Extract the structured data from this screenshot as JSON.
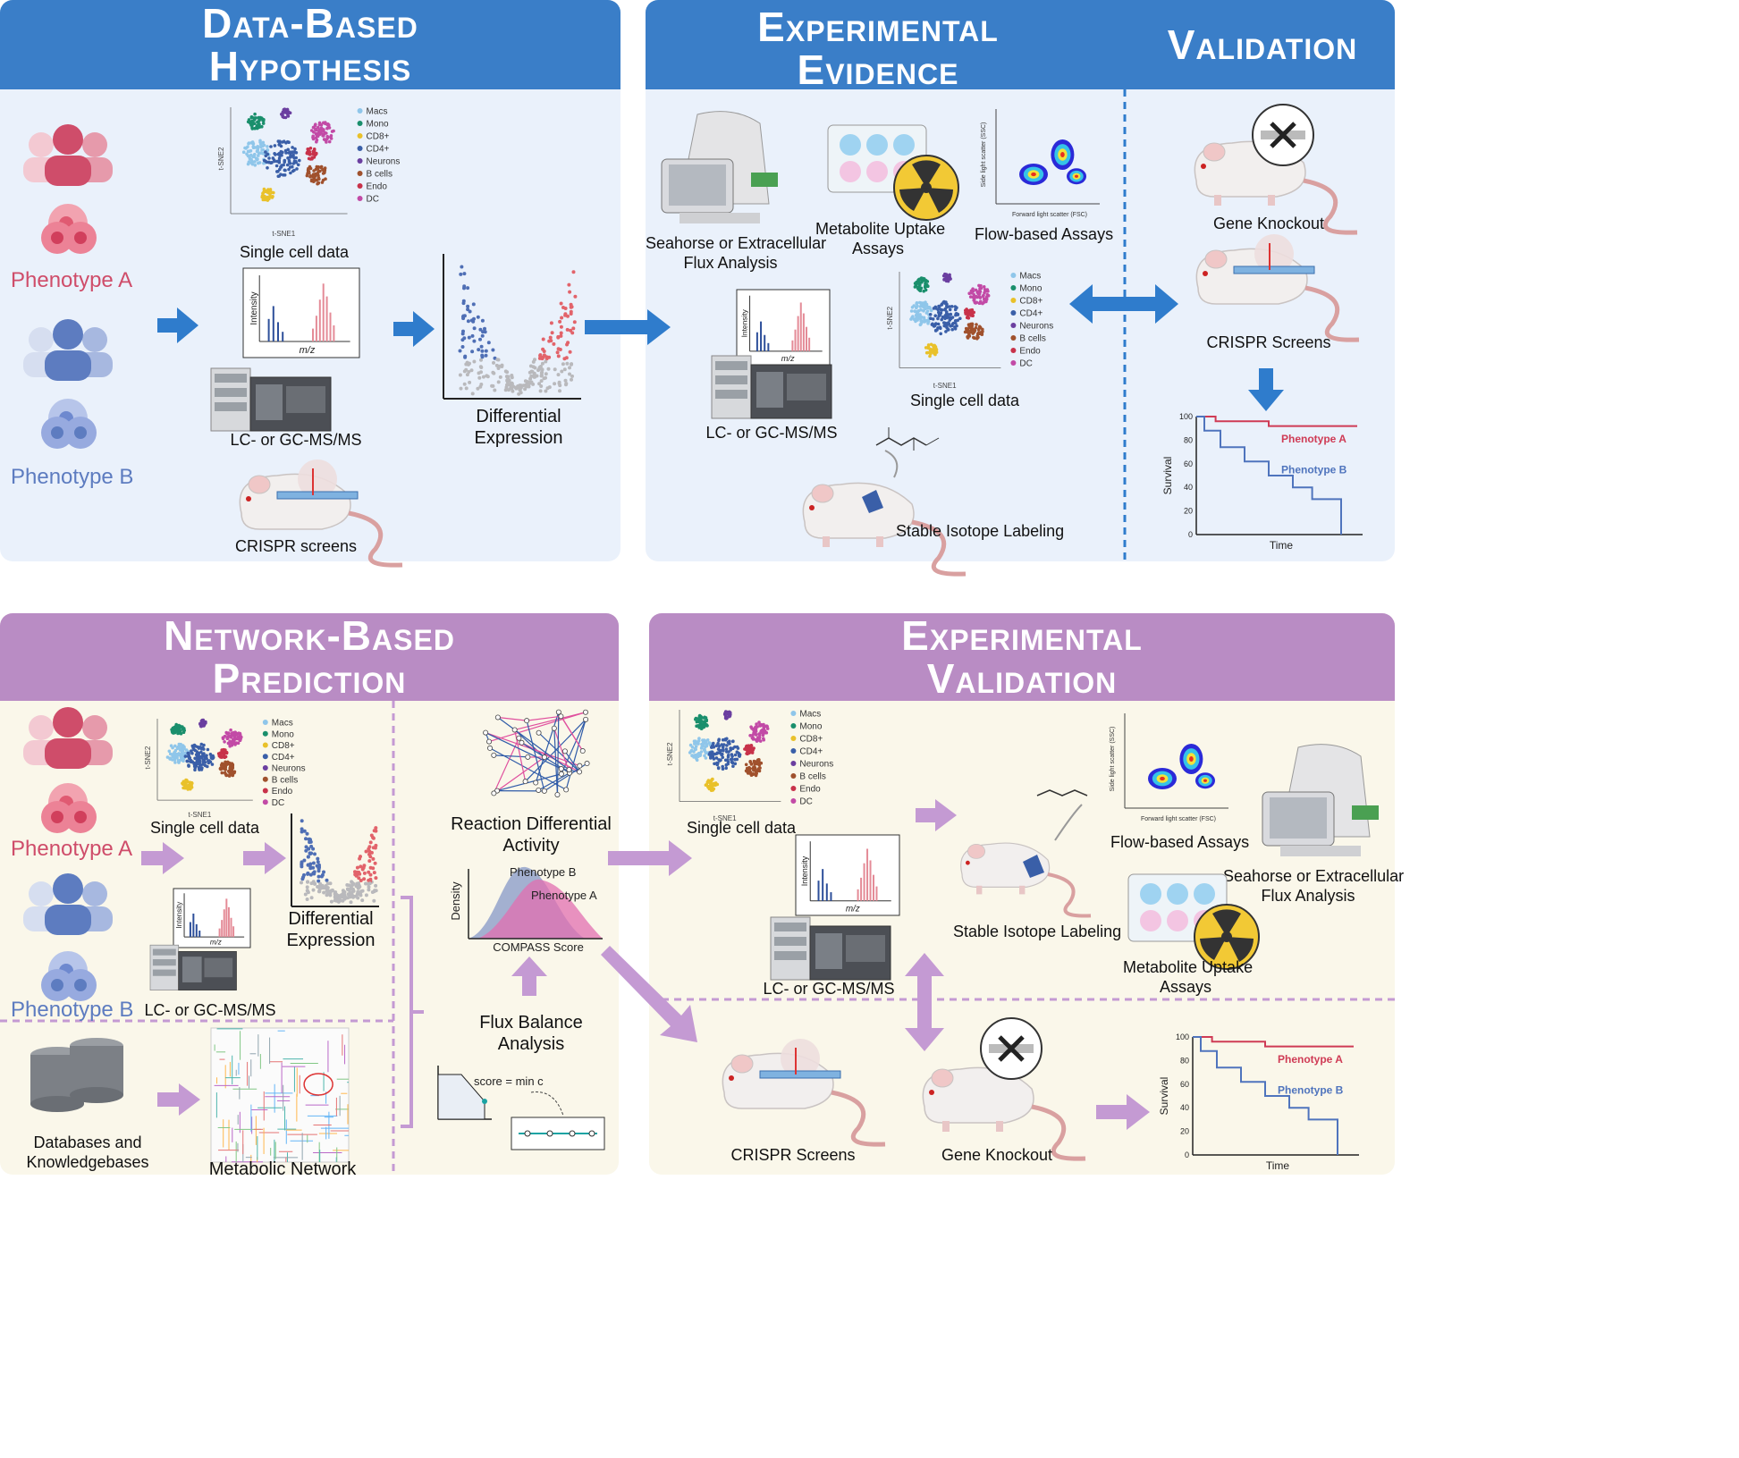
{
  "panels": {
    "top_left": {
      "title_line1": "Data-Based",
      "title_line2": "Hypothesis"
    },
    "top_mid": {
      "title_line1": "Experimental",
      "title_line2": "Evidence"
    },
    "top_right": {
      "title": "Validation"
    },
    "bottom_left": {
      "title_line1": "Network-Based",
      "title_line2": "Prediction"
    },
    "bottom_right": {
      "title_line1": "Experimental",
      "title_line2": "Validation"
    }
  },
  "labels": {
    "phenotype_a": "Phenotype A",
    "phenotype_b": "Phenotype B",
    "single_cell_data": "Single cell data",
    "lc_ms": "LC- or GC-MS/MS",
    "crispr_screens_lc": "CRISPR screens",
    "crispr_screens": "CRISPR Screens",
    "differential_expression_1": "Differential",
    "differential_expression_2": "Expression",
    "seahorse_1": "Seahorse or Extracellular",
    "seahorse_2": "Flux Analysis",
    "metabolite_1": "Metabolite Uptake",
    "metabolite_2": "Assays",
    "flow_assays": "Flow-based Assays",
    "stable_isotope": "Stable Isotope Labeling",
    "gene_knockout": "Gene Knockout",
    "reaction_diff_1": "Reaction Differential",
    "reaction_diff_2": "Activity",
    "fba_1": "Flux Balance",
    "fba_2": "Analysis",
    "databases_1": "Databases and",
    "databases_2": "Knowledgebases",
    "metabolic_network": "Metabolic Network",
    "compass_score": "COMPASS Score",
    "density": "Density",
    "score_formula": "score = min c",
    "survival": "Survival",
    "time": "Time",
    "intensity": "Intensity",
    "mz": "m/z",
    "tsne1": "t-SNE1",
    "tsne2": "t-SNE2",
    "fsc": "Forward light scatter (FSC)",
    "ssc": "Side light scatter (SSC)"
  },
  "tsne_legend": [
    "Macs",
    "Mono",
    "CD8+",
    "CD4+",
    "Neurons",
    "B cells",
    "Endo",
    "DC"
  ],
  "tsne_colors": [
    "#8fc6ea",
    "#1a8f6c",
    "#e9c12a",
    "#3a5fa8",
    "#6b3fa0",
    "#a0512d",
    "#c8324a",
    "#c24aa6"
  ],
  "survival_chart": {
    "yticks": [
      "100",
      "80",
      "60",
      "40",
      "20",
      "0"
    ],
    "series": [
      {
        "name": "Phenotype A",
        "color": "#cf3b55"
      },
      {
        "name": "Phenotype B",
        "color": "#4f74bd"
      }
    ]
  },
  "colors": {
    "blue_header": "#3a7ec8",
    "purple_header": "#b98cc4",
    "arrow_blue": "#2f7ccc",
    "arrow_purple": "#c49ad3"
  }
}
